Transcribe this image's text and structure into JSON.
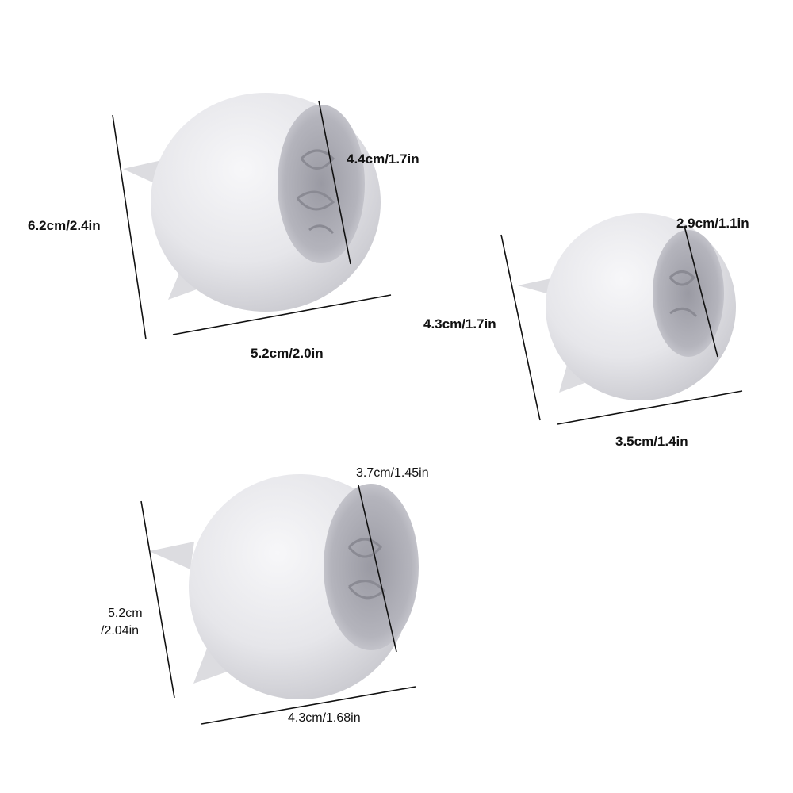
{
  "molds": [
    {
      "id": "large",
      "height": "6.2cm/2.4in",
      "width": "5.2cm/2.0in",
      "opening": "4.4cm/1.7in"
    },
    {
      "id": "small",
      "height": "4.3cm/1.7in",
      "width": "3.5cm/1.4in",
      "opening": "2.9cm/1.1in"
    },
    {
      "id": "medium",
      "height_line1": "5.2cm",
      "height_line2": "/2.04in",
      "width": "4.3cm/1.68in",
      "opening": "3.7cm/1.45in"
    }
  ],
  "colors": {
    "mold": "#e4e4e8",
    "cavity": "#a8a8b0",
    "line": "#111111",
    "background": "#ffffff"
  }
}
